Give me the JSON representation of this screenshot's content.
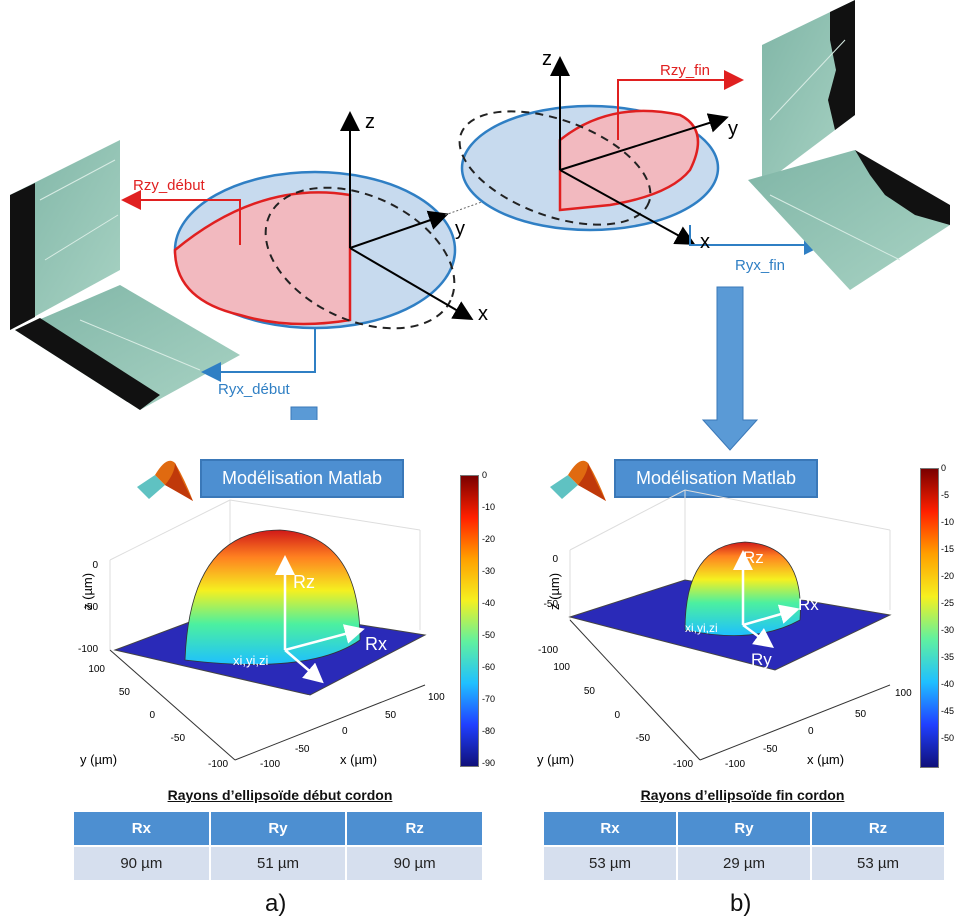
{
  "top_labels": {
    "axis_z": "z",
    "axis_y": "y",
    "axis_x": "x",
    "rzy_debut": "Rzy_début",
    "ryx_debut": "Ryx_début",
    "rzy_fin": "Rzy_fin",
    "ryx_fin": "Ryx_fin"
  },
  "colors": {
    "red": "#e02020",
    "blue": "#2f7fc4",
    "ellipse_fill": "#c7daee",
    "section_fill": "#f2b9bf",
    "arrow_blue": "#5a9ad6",
    "plane_blue": "#2a2ab8"
  },
  "panel_a": {
    "badge": "Modélisation Matlab",
    "table_title": "Rayons d’ellipsoïde début cordon",
    "headers": [
      "Rx",
      "Ry",
      "Rz"
    ],
    "values": [
      "90 µm",
      "51 µm",
      "90 µm"
    ],
    "sublabel": "a)",
    "zlabel": "z (µm)",
    "ylabel": "y (µm)",
    "xlabel": "x (µm)",
    "z_ticks": [
      "0",
      "-50",
      "-100"
    ],
    "y_ticks": [
      "100",
      "50",
      "0",
      "-50",
      "-100"
    ],
    "x_ticks": [
      "-100",
      "-50",
      "0",
      "50",
      "100"
    ],
    "vec_rz": "Rz",
    "vec_rx": "Rx",
    "vec_ry": "Ry",
    "origin": "xi,yi,zi",
    "colorbar_ticks": [
      "0",
      "-10",
      "-20",
      "-30",
      "-40",
      "-50",
      "-60",
      "-70",
      "-80",
      "-90"
    ]
  },
  "panel_b": {
    "badge": "Modélisation Matlab",
    "table_title": "Rayons d’ellipsoïde fin cordon",
    "headers": [
      "Rx",
      "Ry",
      "Rz"
    ],
    "values": [
      "53 µm",
      "29 µm",
      "53 µm"
    ],
    "sublabel": "b)",
    "zlabel": "z (µm)",
    "ylabel": "y (µm)",
    "xlabel": "x (µm)",
    "z_ticks": [
      "0",
      "-50",
      "-100"
    ],
    "y_ticks": [
      "100",
      "50",
      "0",
      "-50",
      "-100"
    ],
    "x_ticks": [
      "-100",
      "-50",
      "0",
      "50",
      "100"
    ],
    "vec_rz": "Rz",
    "vec_rx": "Rx",
    "vec_ry": "Ry",
    "origin": "xi,yi,zi",
    "colorbar_ticks": [
      "0",
      "-5",
      "-10",
      "-15",
      "-20",
      "-25",
      "-30",
      "-35",
      "-40",
      "-45",
      "-50"
    ]
  }
}
